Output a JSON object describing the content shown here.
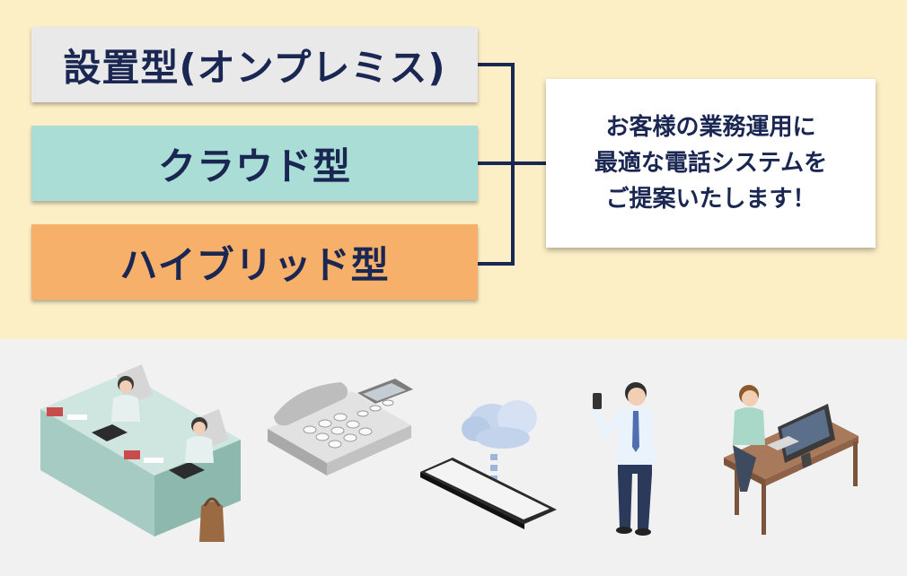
{
  "system_types": [
    {
      "label": "設置型(オンプレミス)",
      "color": "#e9e9e9"
    },
    {
      "label": "クラウド型",
      "color": "#a9ddd5"
    },
    {
      "label": "ハイブリッド型",
      "color": "#f6b06a"
    }
  ],
  "message": {
    "lines": [
      "お客様の業務運用に",
      "最適な電話システムを",
      "ご提案いたします！"
    ]
  },
  "colors": {
    "top_background": "#fcefc6",
    "bottom_background": "#f1f1f1",
    "text_navy": "#1a2752"
  },
  "illustrations": [
    "call-center-icon",
    "desk-phone-icon",
    "cloud-smartphone-icon",
    "businessman-phone-icon",
    "remote-worker-icon"
  ]
}
